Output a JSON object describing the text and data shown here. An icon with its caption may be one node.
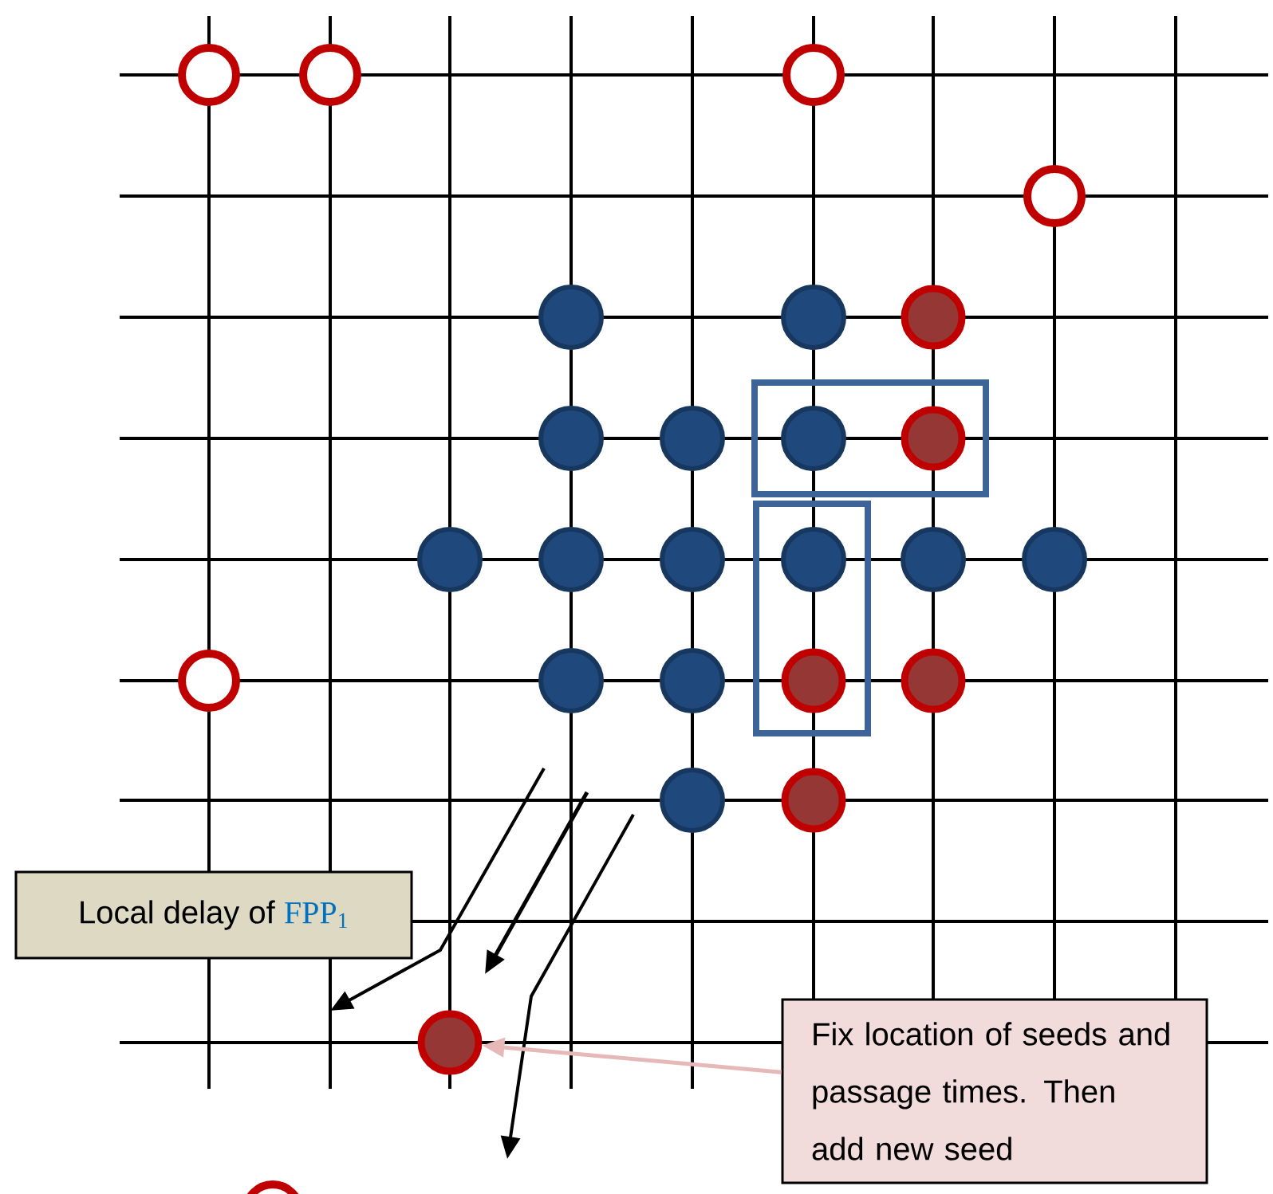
{
  "diagram": {
    "nodes": [
      {
        "text": [],
        "shape": "circle"
      },
      {
        "text": [],
        "shape": "circle"
      },
      {
        "text": [],
        "shape": "circle"
      },
      {
        "text": [],
        "shape": "circle"
      },
      {
        "text": [],
        "shape": "circle"
      },
      {
        "text": [
          "Local delay of",
          "FPP$_{1}$"
        ]
      },
      {
        "text": [
          "Fix location of seeds and passage times. Then add new seed"
        ]
      },
      {
        "text": [],
        "shape": "circle"
      }
    ],
    "edges": [
      {
        "from": 6,
        "to": 7,
        "arrow": "to",
        "color": "#e6b9b8"
      }
    ]
  }
}
